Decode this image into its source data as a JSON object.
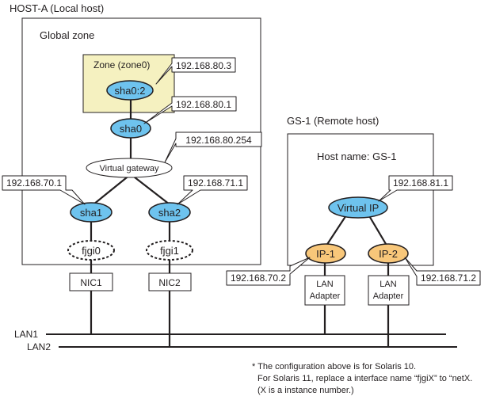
{
  "host_a": {
    "title": "HOST-A (Local host)",
    "global_zone_label": "Global zone",
    "zone_label": "Zone (zone0)",
    "nodes": {
      "sha0_2": "sha0:2",
      "sha0": "sha0",
      "virtual_gateway": "Virtual gateway",
      "sha1": "sha1",
      "sha2": "sha2",
      "fjgi0": "fjgi0",
      "fjgi1": "fjgi1",
      "nic1": "NIC1",
      "nic2": "NIC2"
    },
    "callouts": {
      "sha0_2_ip": "192.168.80.3",
      "sha0_ip": "192.168.80.1",
      "gateway_ip": "192.168.80.254",
      "sha1_ip": "192.168.70.1",
      "sha2_ip": "192.168.71.1"
    }
  },
  "gs1": {
    "title": "GS-1 (Remote host)",
    "hostname_label": "Host name: GS-1",
    "nodes": {
      "virtual_ip": "Virtual IP",
      "ip1": "IP-1",
      "ip2": "IP-2",
      "lan_adapter_1": [
        "LAN",
        "Adapter"
      ],
      "lan_adapter_2": [
        "LAN",
        "Adapter"
      ]
    },
    "callouts": {
      "virtual_ip_ip": "192.168.81.1",
      "ip1_ip": "192.168.70.2",
      "ip2_ip": "192.168.71.2"
    }
  },
  "lans": {
    "lan1": "LAN1",
    "lan2": "LAN2"
  },
  "note": [
    "* The configuration above is for Solaris 10.",
    "For Solaris 11, replace a interface name “fjgiX” to “netX.",
    "(X is a instance number.)"
  ],
  "colors": {
    "blue_node": "#6ec3ee",
    "orange_node": "#f8c77a",
    "zone_fill": "#f5f1c0",
    "line": "#231f20"
  }
}
